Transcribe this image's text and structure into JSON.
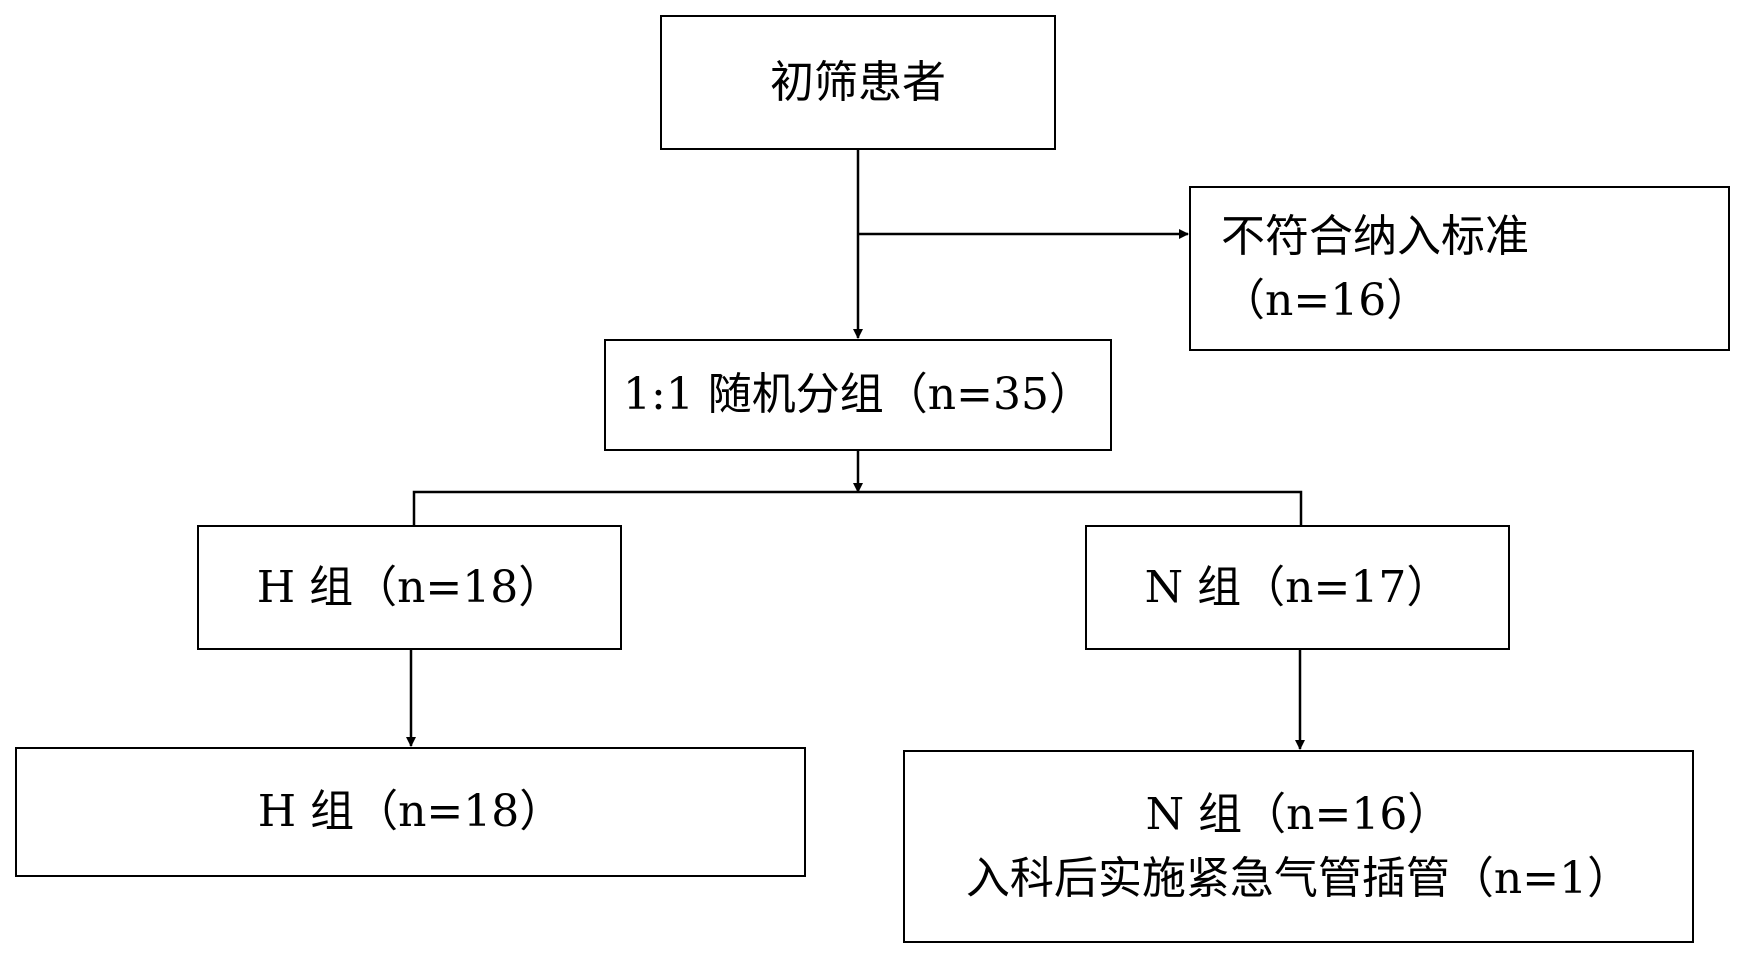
{
  "nodes": {
    "screened": {
      "line1": "初筛患者"
    },
    "excluded": {
      "line1": "不符合纳入标准",
      "line2": "（n=16）"
    },
    "randomized": {
      "line1": "1:1 随机分组（n=35）"
    },
    "group_h": {
      "line1": "H 组（n=18）"
    },
    "group_n": {
      "line1": "N 组（n=17）"
    },
    "final_h": {
      "line1": "H 组（n=18）"
    },
    "final_n": {
      "line1": "N 组（n=16）",
      "line2": "入科后实施紧急气管插管（n=1）"
    }
  }
}
